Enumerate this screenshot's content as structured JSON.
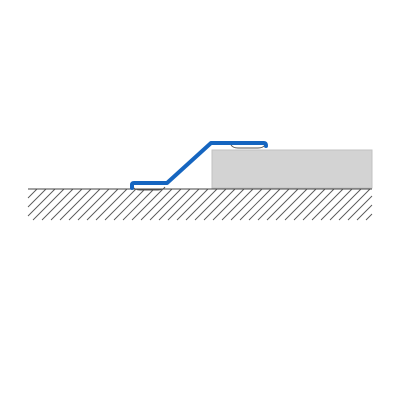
{
  "colors": {
    "background": "#ffffff",
    "floor_hatch": "#555555",
    "floor_line": "#444444",
    "covering_fill": "#d3d3d3",
    "covering_edge": "#c2c2c2",
    "profile": "#1565c0",
    "profile_detail": "#555555"
  },
  "elements": {
    "floor": "hatched-floor-section",
    "covering": "raised-floor-covering",
    "profile": "transition-ramp-profile"
  }
}
